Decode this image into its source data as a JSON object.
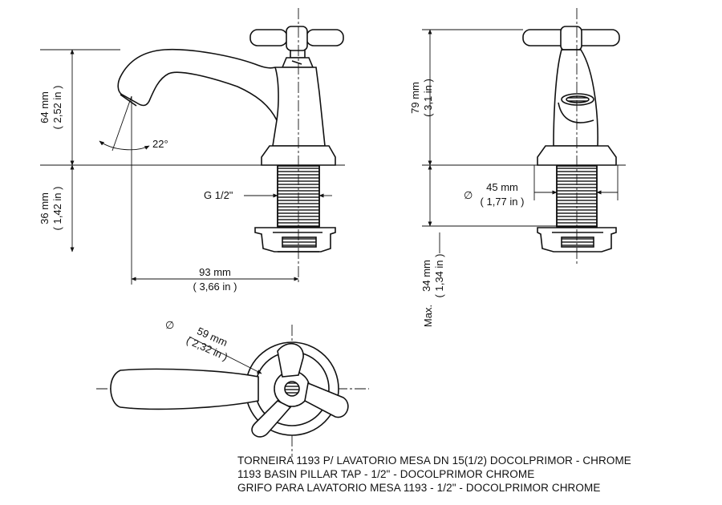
{
  "dimensions": {
    "height_upper": {
      "value": "64 mm",
      "inch": "( 2,52 in )"
    },
    "height_lower": {
      "value": "36 mm",
      "inch": "( 1,42 in )"
    },
    "reach": {
      "value": "93 mm",
      "inch": "( 3,66 in )"
    },
    "angle": "22°",
    "thread": "G 1/2\"",
    "height_side": {
      "value": "79 mm",
      "inch": "( 3,1 in )"
    },
    "base_diameter": {
      "symbol": "∅",
      "value": "45 mm",
      "inch": "( 1,77 in )"
    },
    "max_thread": {
      "prefix": "Max.",
      "value": "34 mm",
      "inch": "( 1,34 in )"
    },
    "handle_diameter": {
      "symbol": "∅",
      "value": "59 mm",
      "inch": "( 2,32 in )"
    }
  },
  "caption": {
    "line1": "TORNEIRA 1193 P/ LAVATORIO MESA DN 15(1/2) DOCOLPRIMOR - CHROME",
    "line2": "1193 BASIN PILLAR TAP - 1/2\" - DOCOLPRIMOR  CHROME",
    "line3": "GRIFO PARA LAVATORIO MESA 1193 - 1/2\" - DOCOLPRIMOR CHROME"
  }
}
